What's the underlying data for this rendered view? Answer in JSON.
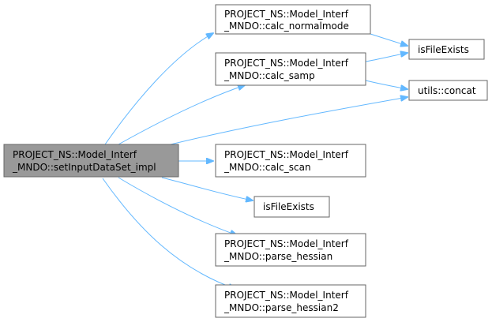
{
  "nodes": {
    "root": {
      "line1": "PROJECT_NS::Model_Interf",
      "line2": "_MNDO::setInputDataSet_impl"
    },
    "calc_normalmode": {
      "line1": "PROJECT_NS::Model_Interf",
      "line2": "_MNDO::calc_normalmode"
    },
    "calc_samp": {
      "line1": "PROJECT_NS::Model_Interf",
      "line2": "_MNDO::calc_samp"
    },
    "calc_scan": {
      "line1": "PROJECT_NS::Model_Interf",
      "line2": "_MNDO::calc_scan"
    },
    "isFileExists_a": {
      "label": "isFileExists"
    },
    "utils_concat": {
      "label": "utils::concat"
    },
    "isFileExists_b": {
      "label": "isFileExists"
    },
    "parse_hessian": {
      "line1": "PROJECT_NS::Model_Interf",
      "line2": "_MNDO::parse_hessian"
    },
    "parse_hessian2": {
      "line1": "PROJECT_NS::Model_Interf",
      "line2": "_MNDO::parse_hessian2"
    }
  },
  "colors": {
    "edge": "#63b8ff",
    "root_fill": "#999999",
    "node_border": "#666666"
  }
}
